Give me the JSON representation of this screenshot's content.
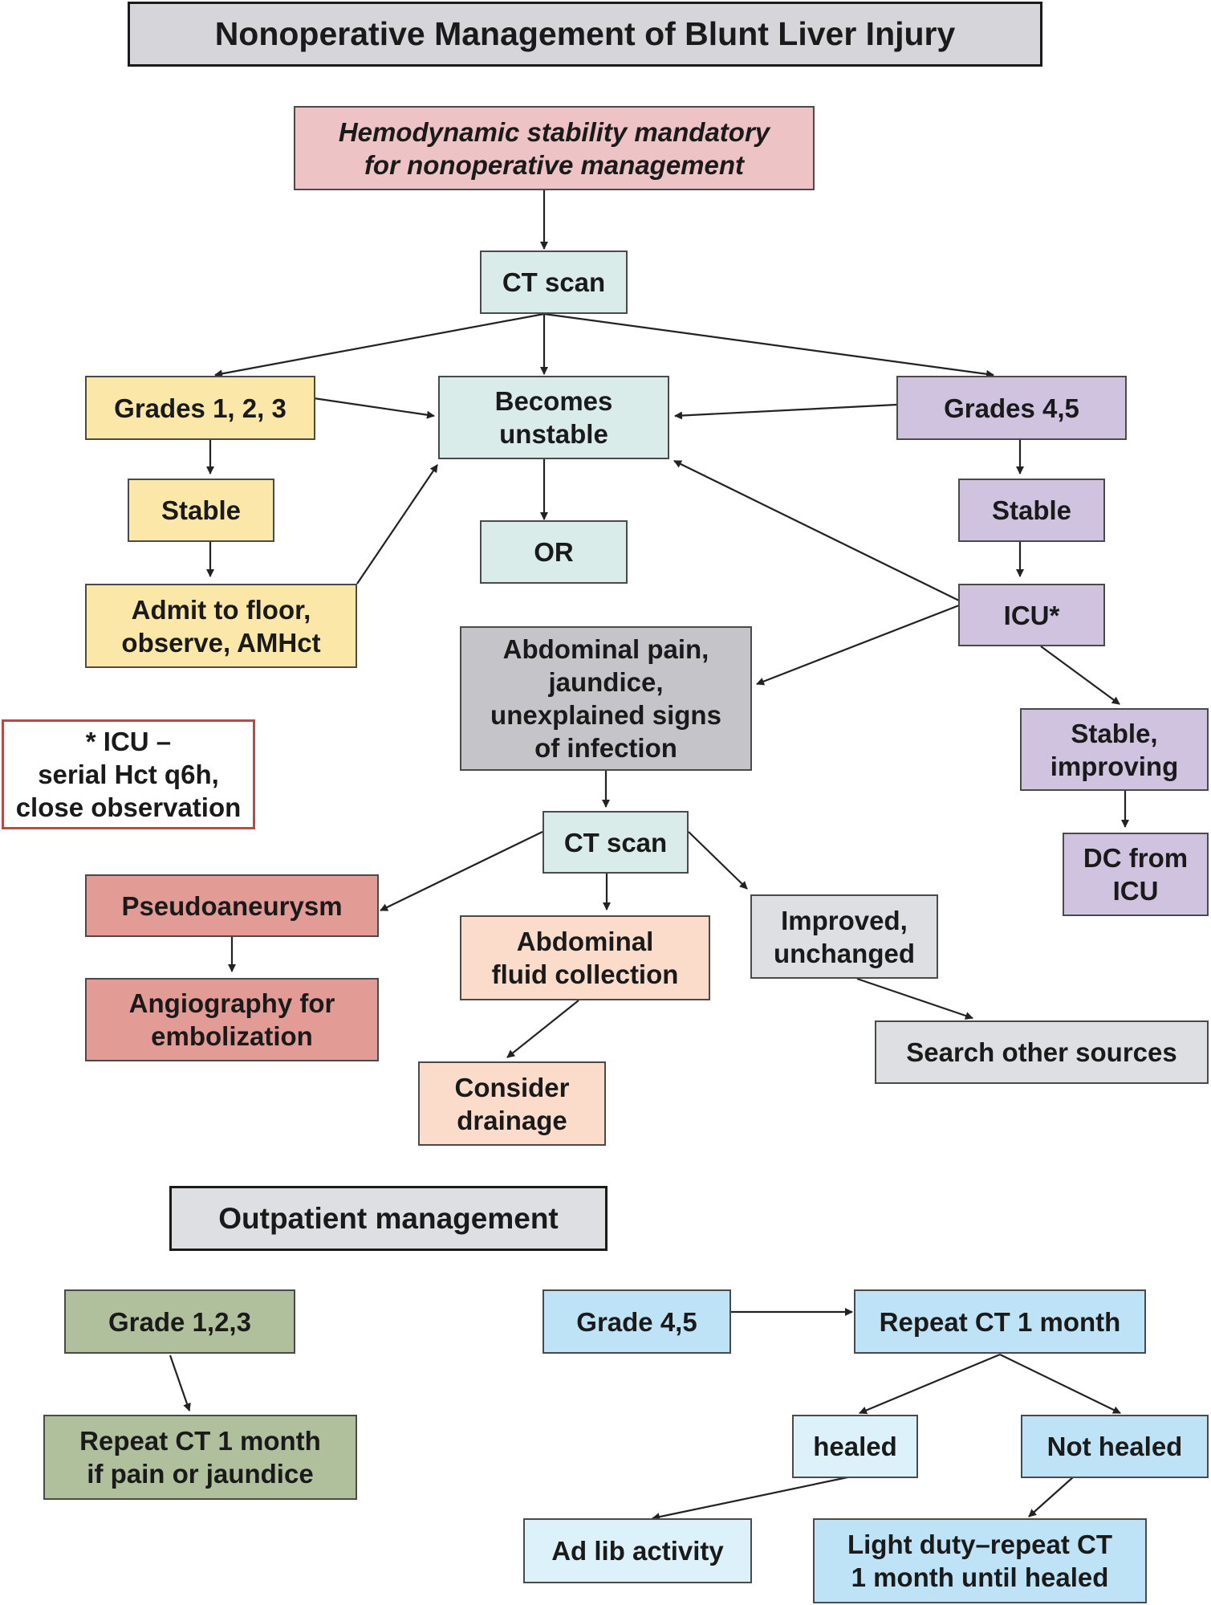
{
  "title": "Nonoperative Management of Blunt Liver Injury",
  "colors": {
    "title": "#d6d5da",
    "pink": "#eec3c5",
    "teal": "#d9ecea",
    "yellow": "#fbe7a8",
    "purple": "#cfc3e0",
    "gray": "#c5c5c9",
    "red": "#e29b95",
    "peach": "#fbdccb",
    "lightgray": "#dedfe2",
    "green": "#b1c09c",
    "blue": "#bfe3f6",
    "paleblue": "#ddf1fb"
  },
  "nodes": {
    "hemodynamic": "Hemodynamic stability mandatory\nfor nonoperative management",
    "ct_scan_1": "CT scan",
    "grades_123": "Grades 1, 2, 3",
    "becomes_unstable": "Becomes\nunstable",
    "grades_45": "Grades 4,5",
    "stable_left": "Stable",
    "or": "OR",
    "stable_right": "Stable",
    "admit_floor": "Admit to floor,\nobserve, AMHct",
    "icu": "ICU*",
    "abdominal_pain": "Abdominal pain,\njaundice,\nunexplained signs\nof infection",
    "icu_note": "* ICU –\nserial Hct q6h,\nclose observation",
    "stable_improving": "Stable,\nimproving",
    "ct_scan_2": "CT scan",
    "dc_icu": "DC from\nICU",
    "pseudoaneurysm": "Pseudoaneurysm",
    "fluid_collection": "Abdominal\nfluid collection",
    "improved": "Improved,\nunchanged",
    "angiography": "Angiography for\nembolization",
    "search_sources": "Search other sources",
    "consider_drainage": "Consider\ndrainage"
  },
  "outpatient": {
    "heading": "Outpatient management",
    "grade_123": "Grade 1,2,3",
    "grade_45": "Grade 4,5",
    "repeat_ct_right": "Repeat CT 1 month",
    "repeat_ct_left": "Repeat CT 1 month\nif pain or jaundice",
    "healed": "healed",
    "not_healed": "Not healed",
    "ad_lib": "Ad lib activity",
    "light_duty": "Light duty–repeat CT\n1 month until healed"
  }
}
